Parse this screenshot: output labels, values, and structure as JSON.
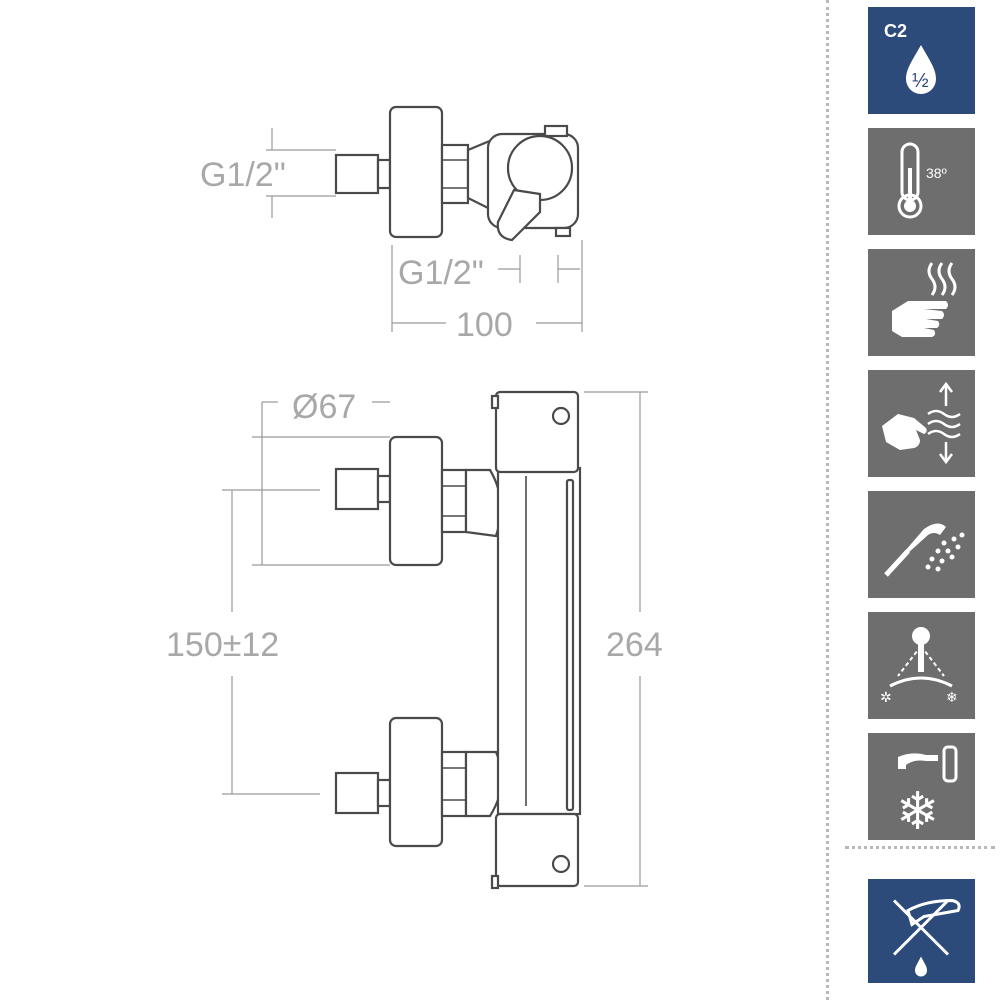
{
  "drawing": {
    "dimensions": {
      "top_thread": "G1/2\"",
      "side_thread": "G1/2\"",
      "depth": "100",
      "diameter": "Ø67",
      "center_distance": "150±12",
      "height": "264"
    }
  },
  "icons": [
    {
      "name": "water-class-c2-icon",
      "label": "C2",
      "fraction": "½",
      "bg": "#2c4a7a"
    },
    {
      "name": "thermometer-38-icon",
      "label": "38º",
      "bg": "#6e6e6e"
    },
    {
      "name": "hot-water-hand-icon",
      "bg": "#6e6e6e"
    },
    {
      "name": "hand-flow-adjust-icon",
      "bg": "#6e6e6e"
    },
    {
      "name": "shower-spray-icon",
      "bg": "#6e6e6e"
    },
    {
      "name": "thermostatic-range-icon",
      "bg": "#6e6e6e"
    },
    {
      "name": "cold-tap-snowflake-icon",
      "bg": "#6e6e6e"
    }
  ],
  "bottom_icon": {
    "name": "no-bathtub-icon",
    "bg": "#2c4a7a"
  }
}
